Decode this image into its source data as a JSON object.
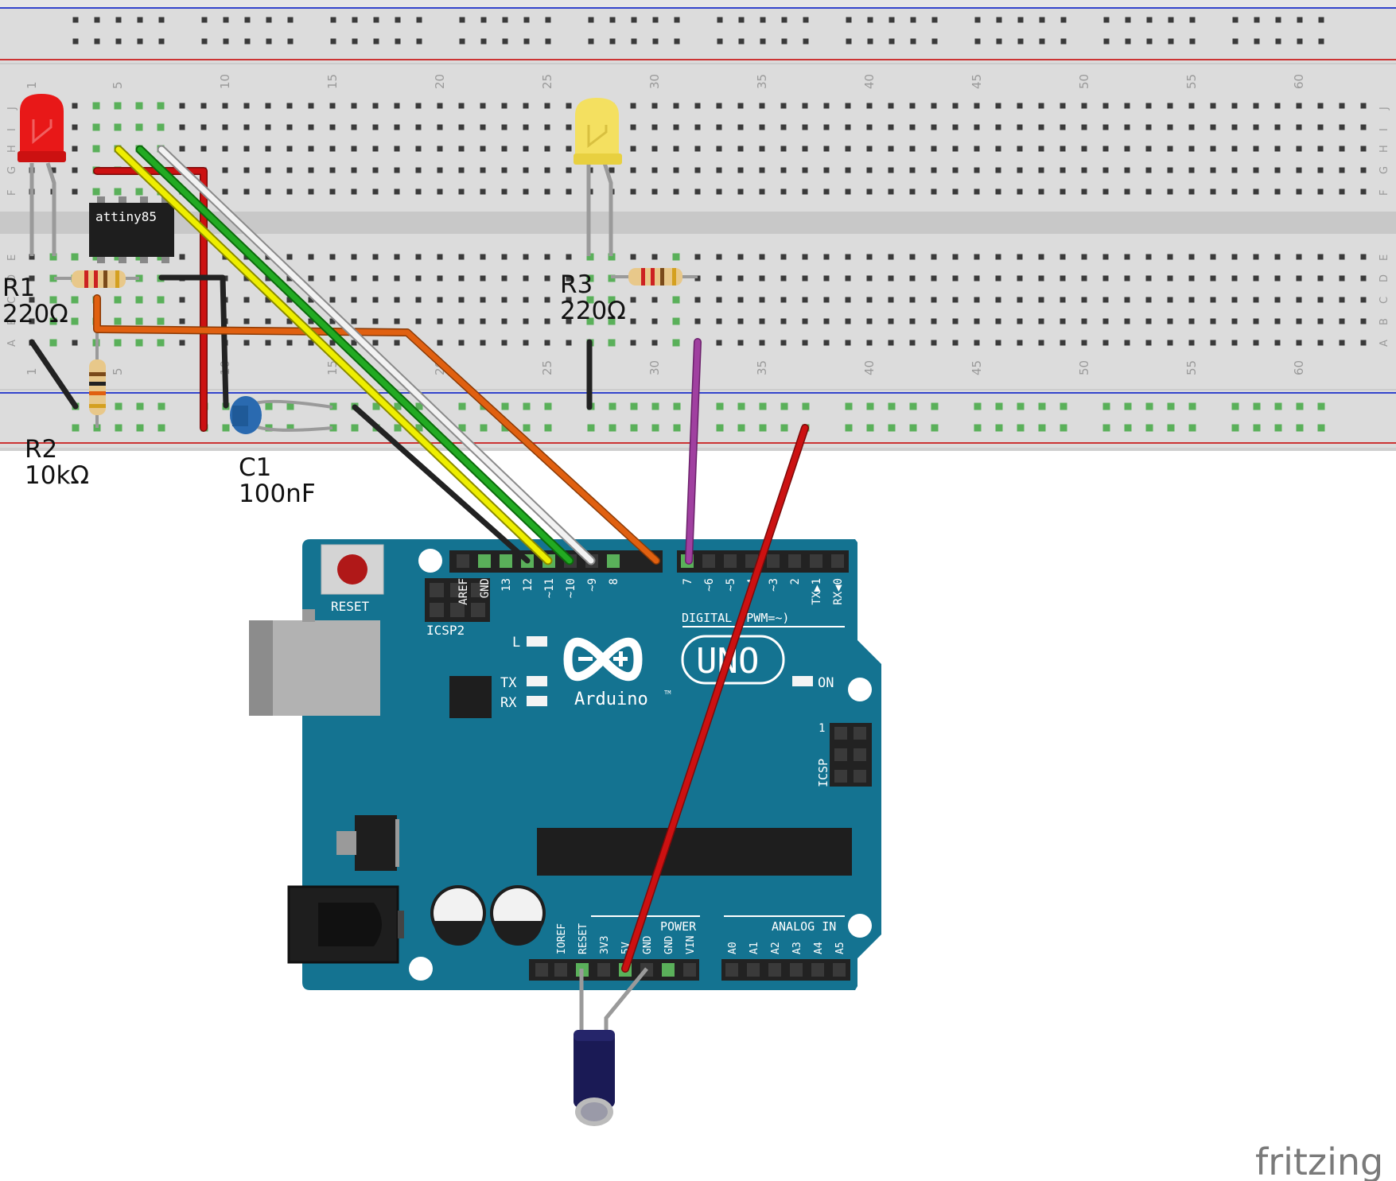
{
  "breadboard": {
    "column_numbers": [
      "1",
      "5",
      "10",
      "15",
      "20",
      "25",
      "30",
      "35",
      "40",
      "45",
      "50",
      "55",
      "60"
    ],
    "row_letters_top": [
      "J",
      "I",
      "H",
      "G",
      "F"
    ],
    "row_letters_bottom": [
      "E",
      "D",
      "C",
      "B",
      "A"
    ]
  },
  "components": {
    "chip_label": "attiny85",
    "r1": {
      "name": "R1",
      "value": "220Ω"
    },
    "r2": {
      "name": "R2",
      "value": "10kΩ"
    },
    "r3": {
      "name": "R3",
      "value": "220Ω"
    },
    "c1": {
      "name": "C1",
      "value": "100nF"
    }
  },
  "arduino": {
    "reset_label": "RESET",
    "icsp2_label": "ICSP2",
    "icsp_label": "ICSP",
    "icsp_pin1": "1",
    "digital_header_label": "DIGITAL (PWM=~)",
    "digital_pins": [
      "AREF",
      "GND",
      "13",
      "12",
      "~11",
      "~10",
      "~9",
      "8",
      "7",
      "~6",
      "~5",
      "4",
      "~3",
      "2",
      "TX▶1",
      "RX◀0"
    ],
    "led_l": "L",
    "led_tx": "TX",
    "led_rx": "RX",
    "on_label": "ON",
    "logo_text": "UNO",
    "brand": "Arduino",
    "tm": "TM",
    "power_label": "POWER",
    "power_pins": [
      "IOREF",
      "RESET",
      "3V3",
      "5V",
      "GND",
      "GND",
      "VIN"
    ],
    "analog_label": "ANALOG IN",
    "analog_pins": [
      "A0",
      "A1",
      "A2",
      "A3",
      "A4",
      "A5"
    ]
  },
  "watermark": "fritzing",
  "colors": {
    "board_blue": "#147391",
    "breadboard_gray": "#dcdcdc",
    "wire_red": "#cc1111",
    "wire_yellow": "#eeee00",
    "wire_green": "#22aa22",
    "wire_white": "#f2f2f2",
    "wire_orange": "#e06010",
    "wire_purple": "#a040a0",
    "wire_black": "#222222"
  }
}
